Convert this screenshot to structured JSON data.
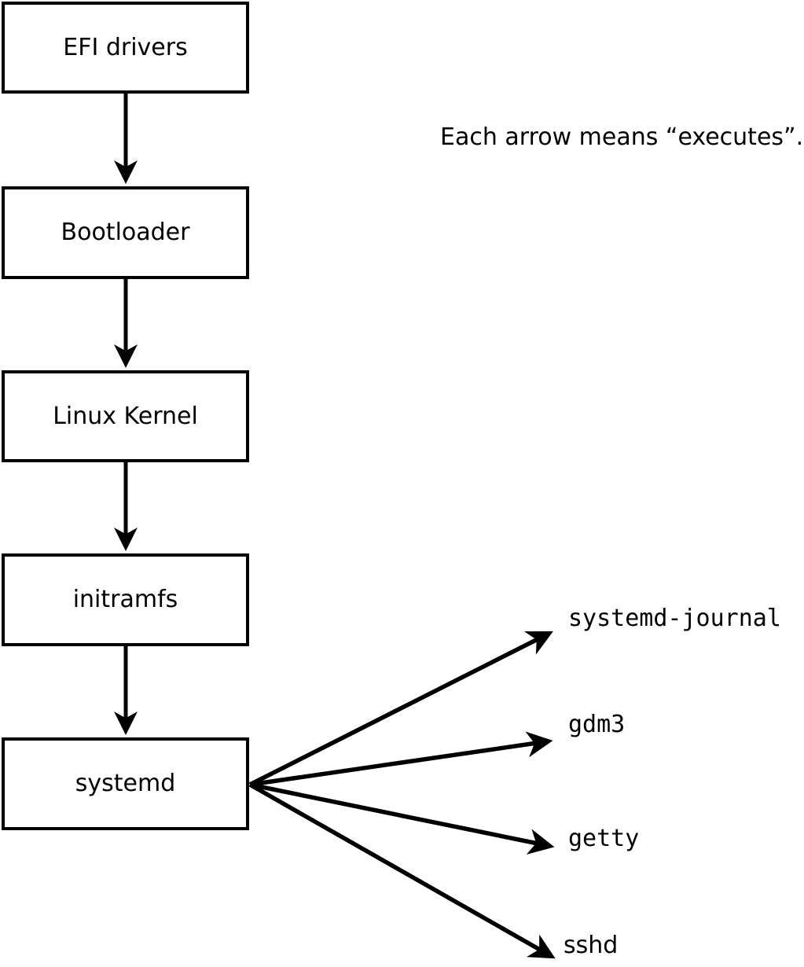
{
  "diagram": {
    "caption": "Each arrow means “executes”.",
    "boot_chain": [
      {
        "label": "EFI drivers"
      },
      {
        "label": "Bootloader"
      },
      {
        "label": "Linux Kernel"
      },
      {
        "label": "initramfs"
      },
      {
        "label": "systemd"
      }
    ],
    "spawned_services": [
      {
        "label": "systemd-journal"
      },
      {
        "label": "gdm3"
      },
      {
        "label": "getty"
      },
      {
        "label": "sshd"
      }
    ],
    "edges": [
      {
        "from": "EFI drivers",
        "to": "Bootloader"
      },
      {
        "from": "Bootloader",
        "to": "Linux Kernel"
      },
      {
        "from": "Linux Kernel",
        "to": "initramfs"
      },
      {
        "from": "initramfs",
        "to": "systemd"
      },
      {
        "from": "systemd",
        "to": "systemd-journal"
      },
      {
        "from": "systemd",
        "to": "gdm3"
      },
      {
        "from": "systemd",
        "to": "getty"
      },
      {
        "from": "systemd",
        "to": "sshd"
      }
    ],
    "colors": {
      "stroke": "#000000",
      "box_fill": "#ffffff",
      "background": "#ffffff",
      "text": "#000000"
    }
  }
}
